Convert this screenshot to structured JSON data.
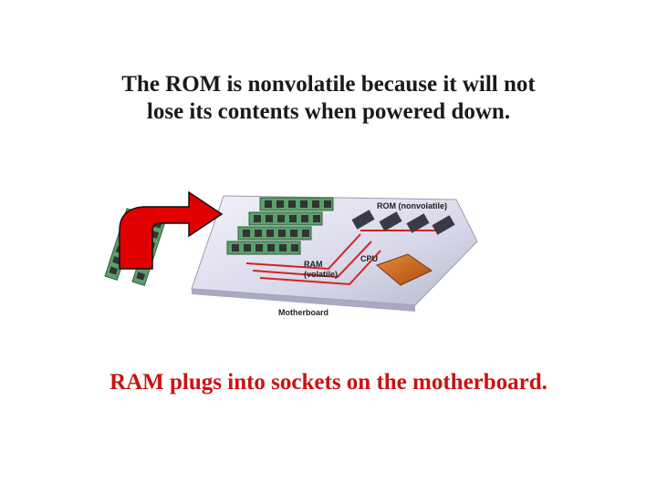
{
  "top_caption": {
    "line1": "The ROM is nonvolatile because it will not",
    "line2": "lose its contents when powered down."
  },
  "bottom_caption": "RAM plugs into sockets on the motherboard.",
  "diagram": {
    "rom_label": "ROM (nonvolatile)",
    "cpu_label": "CPU",
    "ram_label_line1": "RAM",
    "ram_label_line2": "(volatile)",
    "motherboard_label": "Motherboard"
  },
  "colors": {
    "arrow": "#e00000",
    "caption_bottom": "#cc1111",
    "ram_module": "#5aa06a",
    "cpu": "#c8641e",
    "board": "#d8d8ea"
  }
}
